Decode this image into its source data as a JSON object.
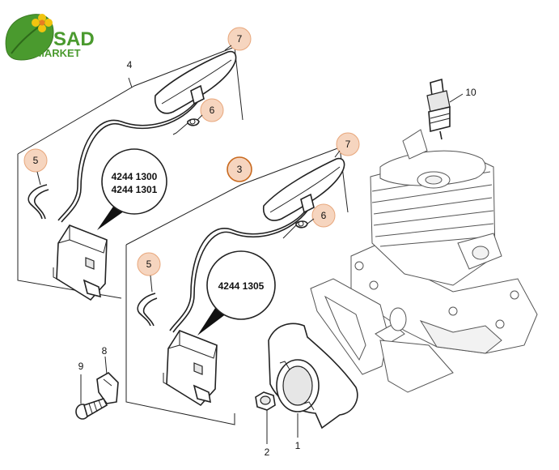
{
  "logo": {
    "line1": "SAD",
    "line2": "MARKET",
    "color_green": "#4a9a2e",
    "color_yellow": "#f1c40f"
  },
  "colors": {
    "highlight_fill": "#f6d5bf",
    "highlight_stroke": "#e8a77c",
    "selected_stroke": "#c8691e"
  },
  "labels": {
    "p1": "1",
    "p2": "2",
    "p3": "3",
    "p4": "4",
    "p5a": "5",
    "p5b": "5",
    "p6a": "6",
    "p6b": "6",
    "p7a": "7",
    "p7b": "7",
    "p8": "8",
    "p9": "9",
    "p10": "10"
  },
  "callouts": {
    "upper_line1": "4244 1300",
    "upper_line2": "4244 1301",
    "lower": "4244 1305"
  }
}
